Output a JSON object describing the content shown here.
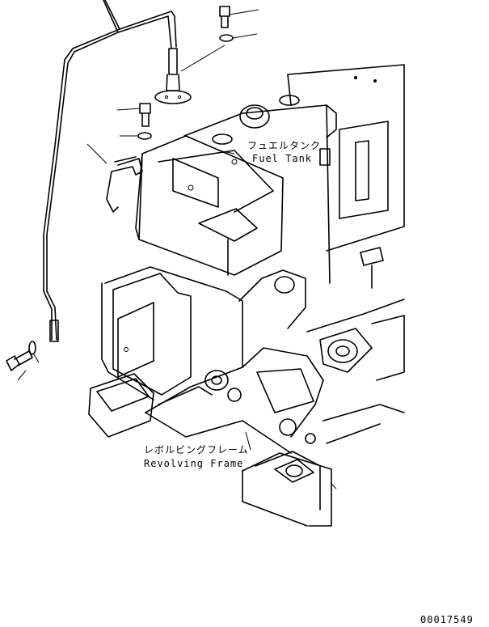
{
  "labels": {
    "fuel_tank_jp": "フュエルタンク",
    "fuel_tank_en": "Fuel Tank",
    "frame_jp": "レボルビングフレーム",
    "frame_en": "Revolving Frame",
    "drawing_number": "00017549"
  }
}
